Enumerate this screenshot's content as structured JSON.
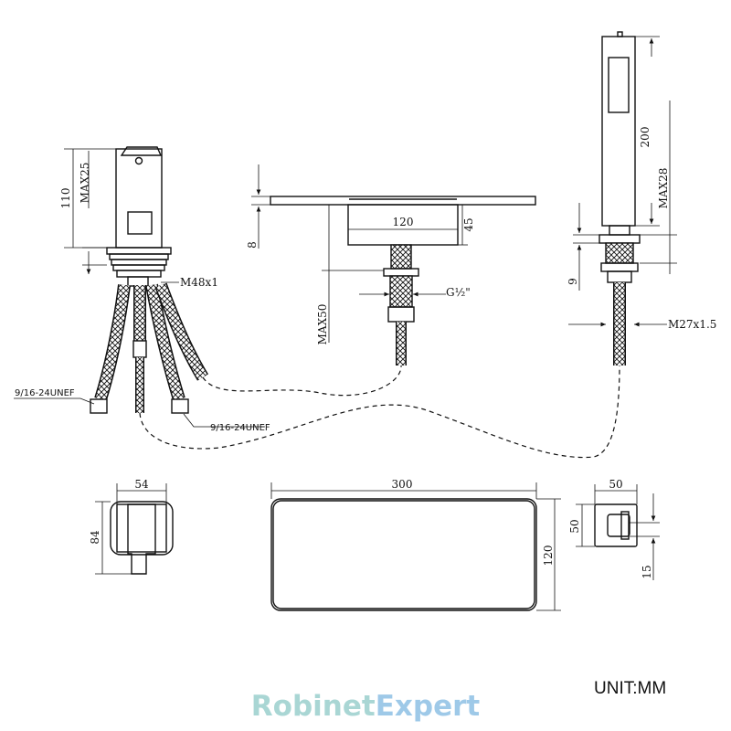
{
  "labels": {
    "max25": "MAX25",
    "d110": "110",
    "m48": "M48x1",
    "unef_left": "9/16-24UNEF",
    "unef_right": "9/16-24UNEF",
    "d8": "8",
    "d120_spout": "120",
    "d45": "45",
    "max50": "MAX50",
    "g_half": "G½\"",
    "d200": "200",
    "max28": "MAX28",
    "d9": "9",
    "m27": "M27x1.5",
    "d54": "54",
    "d84": "84",
    "d300": "300",
    "d120_plate": "120",
    "d50_width": "50",
    "d50_height": "50",
    "d15": "15"
  },
  "unit_label": "UNIT:MM",
  "brand": {
    "part1": "Robinet",
    "part2": "Expert",
    "color1": "#a9d6d4",
    "color2": "#9ec9e8"
  }
}
